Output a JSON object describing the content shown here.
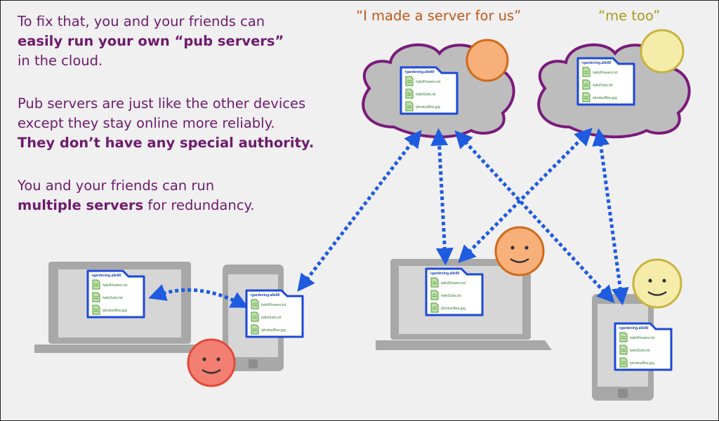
{
  "text": {
    "p1_line1": "To fix that, you and your friends can",
    "p1_line2_bold": "easily run your own “pub servers”",
    "p1_line3": "in the cloud.",
    "p2_line1": "Pub servers are just like the other devices",
    "p2_line2": "except they stay online more reliably.",
    "p2_line3_bold": "They don’t have any special authority.",
    "p3_line1": "You and your friends can run",
    "p3_line2_bold": "multiple servers",
    "p3_line2_rest": " for redundancy."
  },
  "quotes": {
    "orange": "“I made a server for us”",
    "yellow": "“me too”"
  },
  "folder": {
    "title": "+gardening.a9e80",
    "files": [
      "/wiki/Flowers.txt",
      "/wiki/Soils.txt",
      "/photos/Bee.jpg"
    ]
  },
  "colors": {
    "text_purple": "#6e1a6e",
    "quote_orange": "#c0571a",
    "quote_yellow": "#a89a1e",
    "arrow_blue": "#1e5be0",
    "folder_blue": "#1b48d8",
    "cloud_fill": "#bdbdbd",
    "cloud_stroke": "#7a1a7a",
    "device_gray": "#a8a8a8",
    "face_red": "#f27f72",
    "face_orange": "#f7b07a",
    "face_yellow": "#f6ecaa"
  }
}
